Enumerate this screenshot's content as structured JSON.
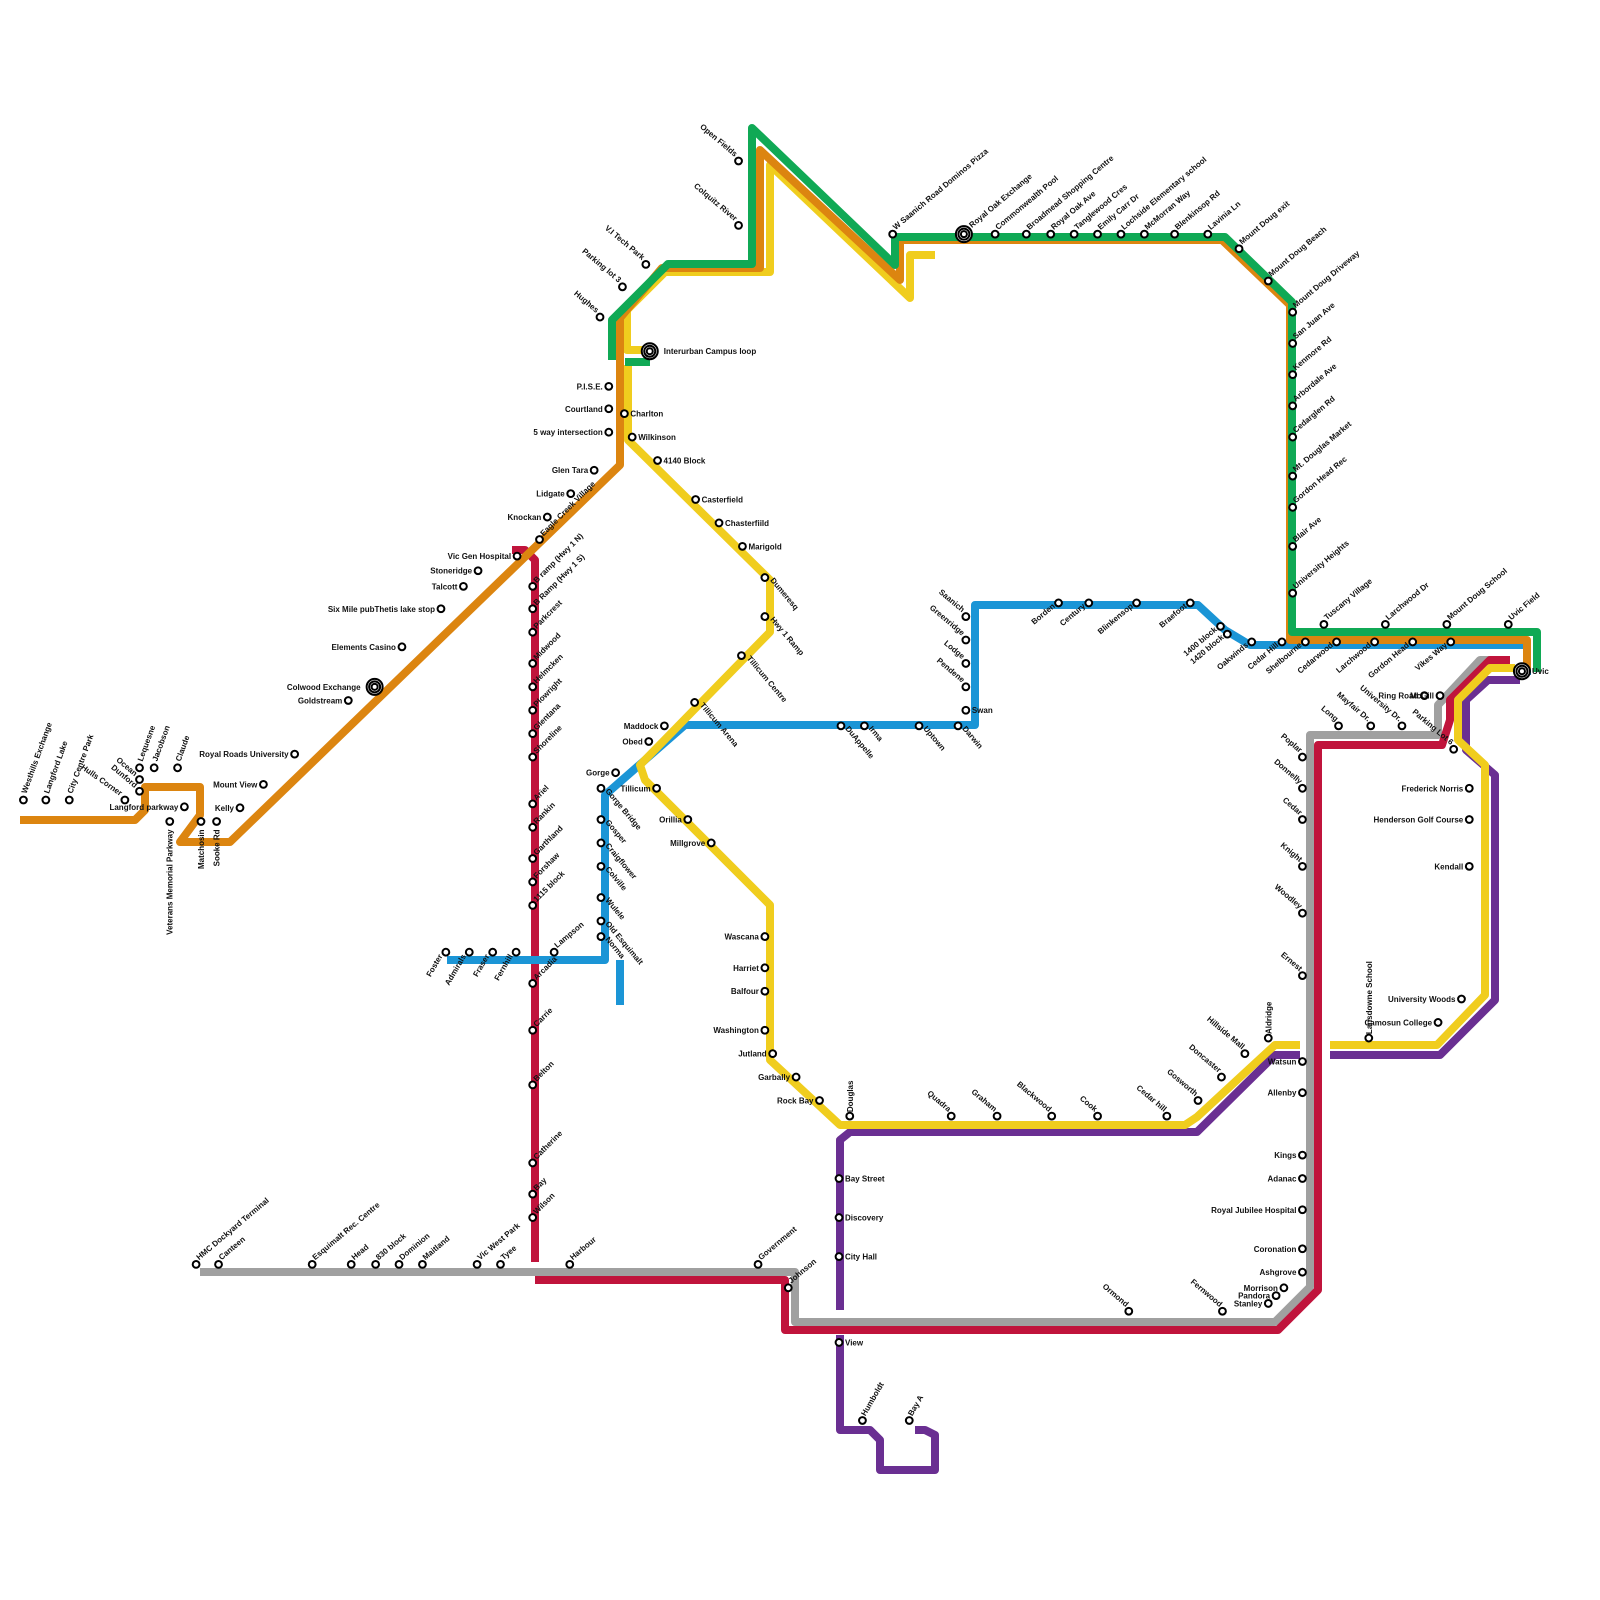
{
  "colors": {
    "green": "#10a955",
    "orange": "#dc8510",
    "yellow": "#f0cd1e",
    "blue": "#1b95d6",
    "red": "#c0143c",
    "purple": "#6a2f92",
    "gray": "#a0a0a0"
  },
  "lines": [
    {
      "id": "gray",
      "color": "#a0a0a0"
    },
    {
      "id": "red",
      "color": "#c0143c"
    },
    {
      "id": "purple",
      "color": "#6a2f92"
    },
    {
      "id": "blue",
      "color": "#1b95d6"
    },
    {
      "id": "yellow",
      "color": "#f0cd1e"
    },
    {
      "id": "orange",
      "color": "#dc8510"
    },
    {
      "id": "green",
      "color": "#10a955"
    }
  ],
  "exchanges": [
    "Colwood Exchange",
    "Royal Oak Exchange",
    "Interurban Campus loop",
    "Uvic"
  ],
  "stations": [
    "Westhills Exchange",
    "Langford Lake",
    "City Centre Park",
    "Hulls Corner",
    "Langford parkway",
    "Ocean",
    "Dunford",
    "Lequesne",
    "Jacobson",
    "Claude",
    "Veterans Memorial Parkway",
    "Matchosin",
    "Sooke Rd",
    "Kelly",
    "Mount View",
    "Royal Roads University",
    "Goldstream",
    "Colwood Exchange",
    "Elements Casino",
    "Six Mile pubThetis lake stop",
    "Talcott",
    "Stoneridge",
    "Vic Gen Hospital",
    "Eagle Creek Village",
    "Knockan",
    "Lidgate",
    "Glen Tara",
    "5 way intersection",
    "Courtland",
    "P.I.S.E.",
    "Hughes",
    "Parking lot 3",
    "V.I Tech Park",
    "Colquitz River",
    "Open Fields",
    "W Saanich Road Dominos Pizza",
    "Royal Oak Exchange",
    "Commonwealth Pool",
    "Broadmead Shopping Centre",
    "Royal Oak Ave",
    "Tanglewood Cres",
    "Emily Carr Dr",
    "Lochside Elementary school",
    "McMorran Way",
    "Blenkinsop Rd",
    "Lavinia Ln",
    "Mount Doug exit",
    "Mount Doug Beach",
    "Mount Doug Driveway",
    "San Juan Ave",
    "Kenmore Rd",
    "Arbordale Ave",
    "Cedarglen Rd",
    "Mt. Douglas Market",
    "Gordon Head Rec",
    "Blair Ave",
    "University Heights",
    "Tuscany Village",
    "Larchwood Dr",
    "Mount Doug School",
    "Uvic Field",
    "Uvic",
    "Interurban Campus loop",
    "Charlton",
    "Wilkinson",
    "4140 Block",
    "Casterfield",
    "Chasterfiild",
    "Marigold",
    "Dumeresq",
    "Hwy 1 Ramp",
    "Tillicum Centre",
    "Tillicum Arena",
    "Tillicum",
    "Orillia",
    "Millgrove",
    "Wascana",
    "Harriet",
    "Balfour",
    "Washington",
    "Jutland",
    "Garbally",
    "Rock Bay",
    "Douglas",
    "Quadra",
    "Graham",
    "Blackwood",
    "Cook",
    "Cedar hill",
    "Gosworth",
    "Doncaster",
    "Hillside Mall",
    "Aldridge",
    "Lansdowne School",
    "Camosun College",
    "University Woods",
    "Kendall",
    "Henderson Golf Course",
    "Frederick Norris",
    "Parking Lot 6",
    "Ring Road",
    "McGill",
    "Saanich",
    "Greenridge",
    "Lodge",
    "Pendene",
    "Swan",
    "Darwin",
    "Uptown",
    "Irma",
    "DuAppelle",
    "Maddock",
    "Obed",
    "Gorge",
    "Gorge Bridge",
    "Gosper",
    "Craigflower",
    "Colville",
    "Wulele",
    "Old Esquimalt",
    "Norma",
    "Lampson",
    "Fernhill",
    "Fraser",
    "Admirals",
    "Foster",
    "Braefoot",
    "Blinkensop",
    "Century",
    "Borden",
    "1400 block",
    "1420 block",
    "Oakwinds",
    "Cedar Hill",
    "Shelbourne",
    "Cedarwood",
    "Larchwood",
    "Gordon Head",
    "Vikes Way",
    "B ramp (Hwy 1 N)",
    "B Ramp (Hwy 1 S)",
    "Parkcrest",
    "Midwood",
    "Helmcken",
    "Plowright",
    "Glentana",
    "Shoreline",
    "Ariel",
    "Rankin",
    "Garthland",
    "Forshaw",
    "1115 block",
    "Arcadia",
    "Carrie",
    "Belton",
    "Catherine",
    "Bay",
    "Wilson",
    "HMC Dockyard Terminal",
    "Canteen",
    "Esquimalt Rec. Centre",
    "Head",
    "830 block",
    "Dominion",
    "Maitland",
    "Vic West Park",
    "Tyee",
    "Harbour",
    "Government",
    "Johnson",
    "Long",
    "Mayfair Dr.",
    "University Dr.",
    "Poplar",
    "Donnelly",
    "Cedar",
    "Knight",
    "Woodley",
    "Ernest",
    "Watsun",
    "Allenby",
    "Kings",
    "Adanac",
    "Royal Jubilee Hospital",
    "Coronation",
    "Ashgrove",
    "Morrison",
    "Pandora",
    "Stanley",
    "Fernwood",
    "Ormond",
    "Bay Street",
    "Discovery",
    "City Hall",
    "View",
    "Humboldt",
    "Bay A"
  ]
}
